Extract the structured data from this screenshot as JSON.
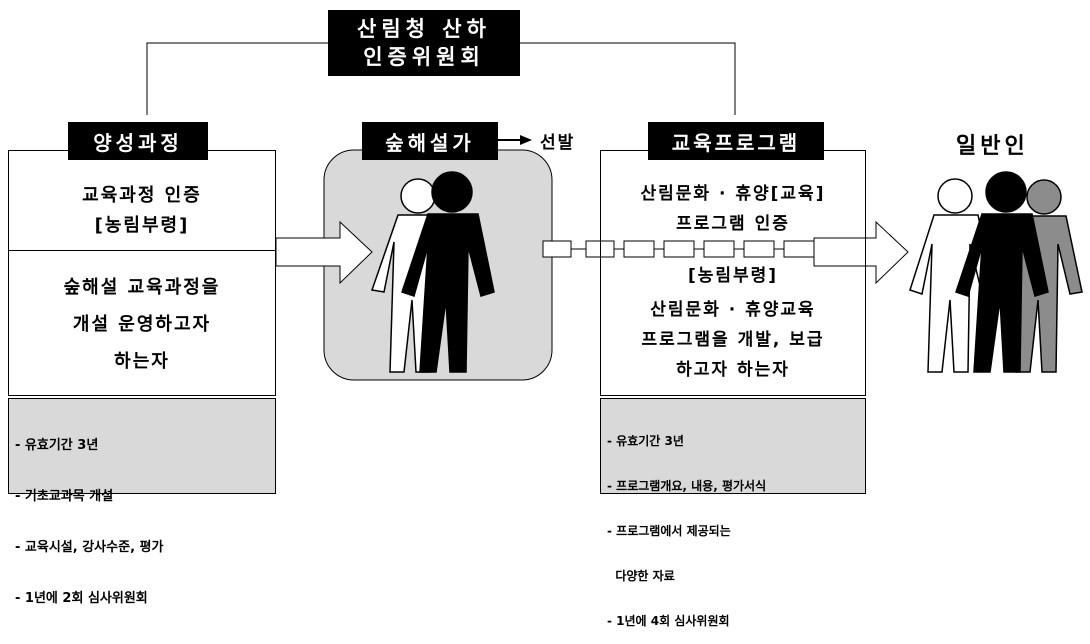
{
  "top_org": {
    "line1": "산림청 산하",
    "line2": "인증위원회"
  },
  "left": {
    "header": "양성과정",
    "cert_line1": "교육과정 인증",
    "cert_line2": "[농림부령]",
    "target_line1": "숲해설 교육과정을",
    "target_line2": "개설 운영하고자",
    "target_line3": "하는자",
    "notes": [
      "- 유효기간 3년",
      "- 기초교과목 개설",
      "- 교육시설, 강사수준, 평가",
      "- 1년에 2회 심사위원회"
    ]
  },
  "middle": {
    "header": "숲해설가",
    "select_label": "선발"
  },
  "right": {
    "header": "교육프로그램",
    "cert_line1": "산림문화 · 휴양[교육]",
    "cert_line2": "프로그램 인증",
    "cert_line3": "[농림부령]",
    "target_line1": "산림문화 · 휴양교육",
    "target_line2": "프로그램을 개발, 보급",
    "target_line3": "하고자 하는자",
    "notes": [
      "- 유효기간 3년",
      "- 프로그램개요, 내용, 평가서식",
      "- 프로그램에서 제공되는",
      "  다양한 자료",
      "- 1년에 4회 심사위원회"
    ]
  },
  "far_right": {
    "header": "일반인"
  },
  "colors": {
    "label_bg": "#000000",
    "label_fg": "#ffffff",
    "notes_bg": "#d9d9d9",
    "middle_panel_bg": "#d9d9d9",
    "figure_gray": "#8c8c8c"
  }
}
